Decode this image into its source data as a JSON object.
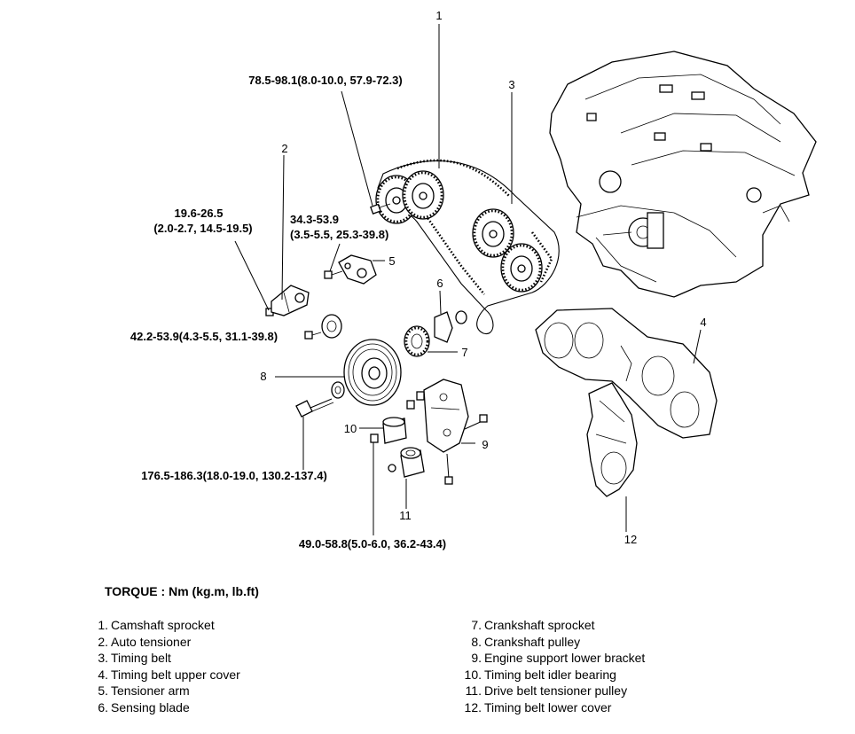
{
  "callouts": {
    "n1": "1",
    "n2": "2",
    "n3": "3",
    "n4": "4",
    "n5": "5",
    "n6": "6",
    "n7": "7",
    "n8": "8",
    "n9": "9",
    "n10": "10",
    "n11": "11",
    "n12": "12"
  },
  "torques": {
    "camshaft_bolt": "78.5-98.1(8.0-10.0, 57.9-72.3)",
    "auto_tensioner_line1": "19.6-26.5",
    "auto_tensioner_line2": "(2.0-2.7, 14.5-19.5)",
    "tensioner_arm_line1": "34.3-53.9",
    "tensioner_arm_line2": "(3.5-5.5, 25.3-39.8)",
    "idler_bolt": "42.2-53.9(4.3-5.5, 31.1-39.8)",
    "crank_bolt": "176.5-186.3(18.0-19.0, 130.2-137.4)",
    "bracket_bolt": "49.0-58.8(5.0-6.0, 36.2-43.4)"
  },
  "torque_heading": "TORQUE : Nm (kg.m, lb.ft)",
  "legend_left": [
    {
      "num": "1.",
      "label": "Camshaft sprocket"
    },
    {
      "num": "2.",
      "label": "Auto tensioner"
    },
    {
      "num": "3.",
      "label": "Timing belt"
    },
    {
      "num": "4.",
      "label": "Timing belt upper cover"
    },
    {
      "num": "5.",
      "label": "Tensioner arm"
    },
    {
      "num": "6.",
      "label": "Sensing blade"
    }
  ],
  "legend_right": [
    {
      "num": "7.",
      "label": "Crankshaft sprocket"
    },
    {
      "num": "8.",
      "label": "Crankshaft pulley"
    },
    {
      "num": "9.",
      "label": "Engine support lower bracket"
    },
    {
      "num": "10.",
      "label": "Timing belt idler bearing"
    },
    {
      "num": "11.",
      "label": "Drive belt tensioner pulley"
    },
    {
      "num": "12.",
      "label": "Timing belt lower cover"
    }
  ]
}
